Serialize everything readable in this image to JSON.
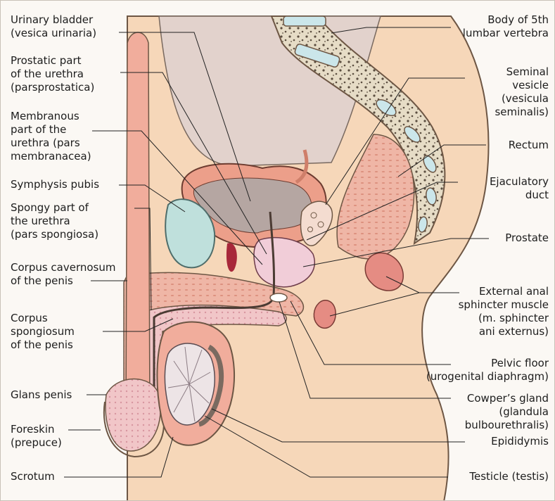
{
  "labels": {
    "urinary_bladder": "Urinary bladder\n(vesica urinaria)",
    "prostatic_urethra": "Prostatic part\nof the urethra\n(parsprostatica)",
    "membranous_urethra": "Membranous\npart of the\nurethra (pars\nmembranacea)",
    "symphysis_pubis": "Symphysis pubis",
    "spongy_urethra": "Spongy part of\nthe urethra\n(pars spongiosa)",
    "corpus_cavernosum": "Corpus cavernosum\nof the penis",
    "corpus_spongiosum": "Corpus\nspongiosum\nof the penis",
    "glans_penis": "Glans penis",
    "foreskin": "Foreskin\n(prepuce)",
    "scrotum": "Scrotum",
    "lumbar_vertebra": "Body of 5th\nlumbar vertebra",
    "seminal_vesicle": "Seminal\nvesicle\n(vesicula\nseminalis)",
    "rectum": "Rectum",
    "ejaculatory_duct": "Ejaculatory\nduct",
    "prostate": "Prostate",
    "external_anal_sphincter": "External anal\nsphincter muscle\n(m. sphincter\nani externus)",
    "pelvic_floor": "Pelvic floor\n(urogenital diaphragm)",
    "cowpers_gland": "Cowper’s gland\n(glandula\nbulbourethralis)",
    "epididymis": "Epididymis",
    "testicle": "Testicle (testis)"
  }
}
